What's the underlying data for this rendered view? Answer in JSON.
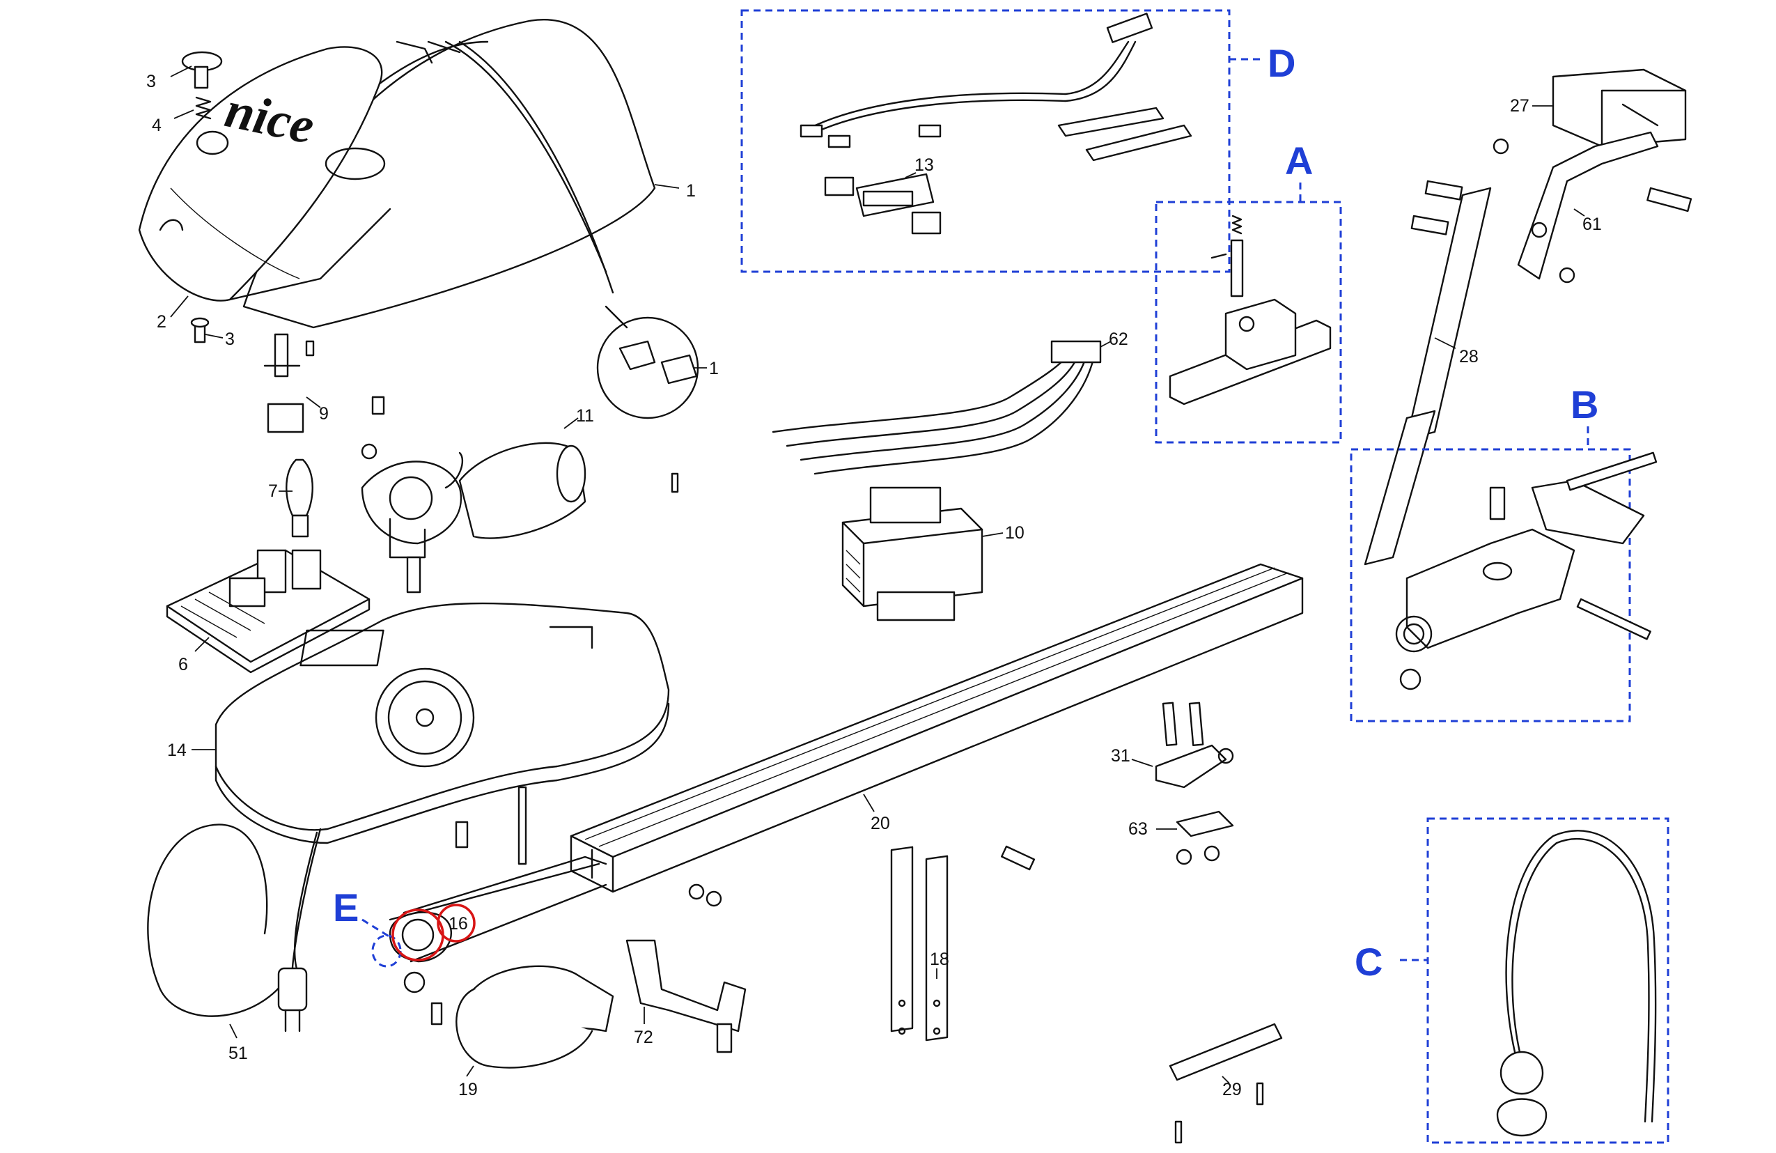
{
  "diagram": {
    "brand": "nice",
    "groups": [
      "A",
      "B",
      "C",
      "D",
      "E"
    ],
    "callouts": [
      "3",
      "4",
      "1",
      "2",
      "3",
      "9",
      "1",
      "7",
      "6",
      "11",
      "14",
      "13",
      "62",
      "10",
      "27",
      "61",
      "28",
      "20",
      "31",
      "63",
      "16",
      "51",
      "19",
      "72",
      "18",
      "29"
    ]
  }
}
